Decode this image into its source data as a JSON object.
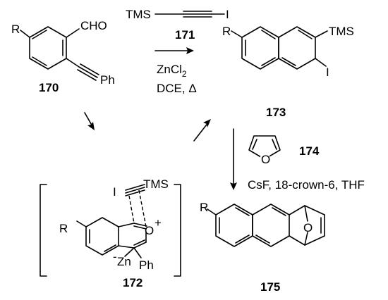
{
  "labels": {
    "R": "R",
    "CHO": "CHO",
    "Ph": "Ph",
    "TMS": "TMS",
    "I": "I",
    "Zn": "Zn",
    "minus": "-",
    "O": "O",
    "plus": "+"
  },
  "compounds": {
    "c170": "170",
    "c171": "171",
    "c172": "172",
    "c173": "173",
    "c174": "174",
    "c175": "175"
  },
  "conditions": {
    "reagent1_a": "ZnCl",
    "reagent1_a_sub": "2",
    "reagent1_b": "DCE, Δ",
    "reagent2": "CsF, 18-crown-6, THF"
  }
}
